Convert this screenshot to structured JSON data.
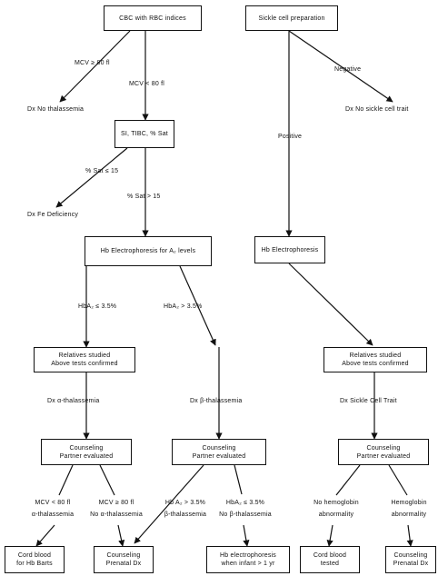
{
  "left_flow": {
    "cbc_box": "CBC with RBC indices",
    "mcv_ge80_branch": "MCV ≥ 80 fl",
    "dx_no_thal": "Dx   No thalassemia",
    "mcv_lt80_branch": "MCV < 80 fl",
    "iron_box": "SI, TIBC, % Sat",
    "sat_le15_branch": "% Sat ≤ 15",
    "dx_fe_def": "Dx   Fe Deficiency",
    "sat_gt15_branch": "% Sat > 15",
    "hb_electro_box": "Hb Electrophoresis for A₂ levels",
    "hba2_le35_branch": "HbA₂ ≤ 3.5%",
    "hba2_gt35_branch": "HbA₂ > 3.5%",
    "relatives_box_line1": "Relatives studied",
    "relatives_box_line2": "Above tests confirmed",
    "dx_alpha": "Dx  α-thalassemia",
    "dx_beta": "Dx  β-thalassemia",
    "counsel_alpha_line1": "Counseling",
    "counsel_alpha_line2": "Partner evaluated",
    "counsel_beta_line1": "Counseling",
    "counsel_beta_line2": "Partner evaluated",
    "mcv_lt80_alpha_line1": "MCV < 80 fl",
    "mcv_lt80_alpha_line2": "α-thalassemia",
    "mcv_ge80_noalpha_line1": "MCV ≥ 80 fl",
    "mcv_ge80_noalpha_line2": "No α-thalassemia",
    "hba2_gt35_beta_line1": "Hb A₂ > 3.5%",
    "hba2_gt35_beta_line2": "β-thalassemia",
    "hba2_le35_nobeta_line1": "HbA₂ ≤ 3.5%",
    "hba2_le35_nobeta_line2": "No β-thalassemia",
    "cord_blood_barts_line1": "Cord blood",
    "cord_blood_barts_line2": "for Hb Barts",
    "counsel_prenatal_line1": "Counseling",
    "counsel_prenatal_line2": "Prenatal Dx",
    "hb_electro_infant_line1": "Hb electrophoresis",
    "hb_electro_infant_line2": "when infant > 1 yr"
  },
  "right_flow": {
    "sickle_box": "Sickle cell preparation",
    "negative_branch": "Negative",
    "dx_no_sickle": "Dx   No sickle cell trait",
    "positive_branch": "Positive",
    "hb_electro_box": "Hb Electrophoresis",
    "relatives_box_line1": "Relatives studied",
    "relatives_box_line2": "Above tests confirmed",
    "dx_sickle_trait": "Dx     Sickle Cell Trait",
    "counsel_line1": "Counseling",
    "counsel_line2": "Partner evaluated",
    "no_hb_abn_line1": "No hemoglobin",
    "no_hb_abn_line2": "abnormality",
    "hb_abn_line1": "Hemoglobin",
    "hb_abn_line2": "abnormality",
    "cord_blood_tested_line1": "Cord blood",
    "cord_blood_tested_line2": "tested",
    "counsel_prenatal_line1": "Counseling",
    "counsel_prenatal_line2": "Prenatal Dx"
  }
}
